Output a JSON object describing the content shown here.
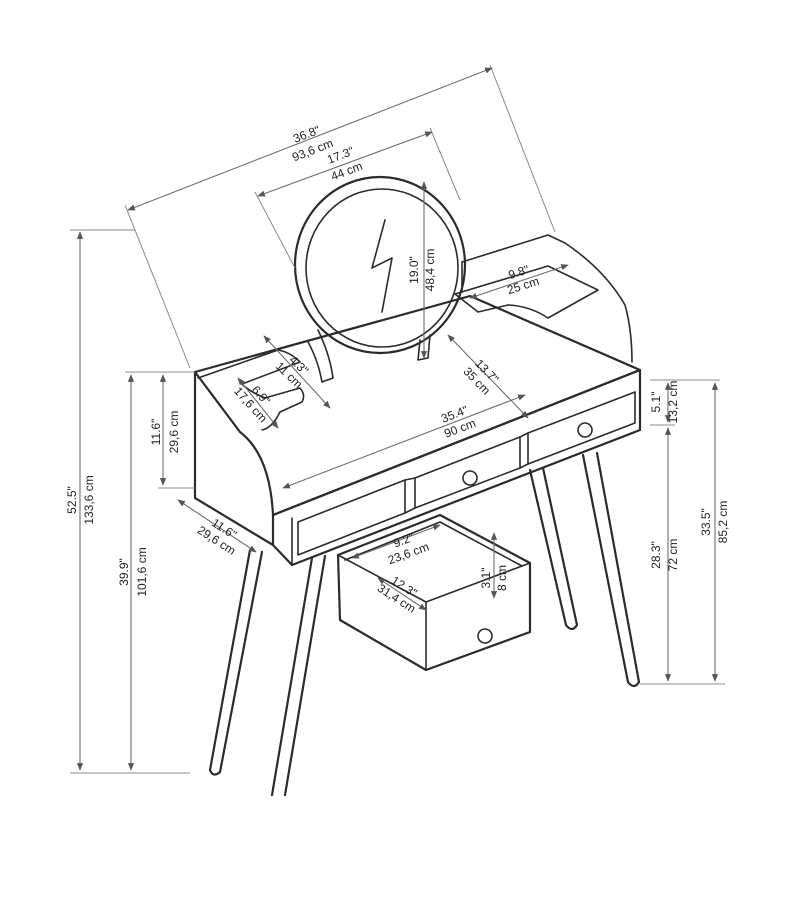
{
  "dimensions": {
    "total_width": {
      "in": "36.8\"",
      "cm": "93,6 cm"
    },
    "mirror_width": {
      "in": "17.3\"",
      "cm": "44 cm"
    },
    "mirror_height": {
      "in": "19.0\"",
      "cm": "48,4 cm"
    },
    "shelf_width": {
      "in": "9.8\"",
      "cm": "25 cm"
    },
    "desk_depth": {
      "in": "13.7\"",
      "cm": "35 cm"
    },
    "desk_width": {
      "in": "35.4\"",
      "cm": "90 cm"
    },
    "small_depth": {
      "in": "4.3\"",
      "cm": "11 cm"
    },
    "compart_depth": {
      "in": "6.9\"",
      "cm": "17,6 cm"
    },
    "back_height": {
      "in": "11.6\"",
      "cm": "29,6 cm"
    },
    "side_depth": {
      "in": "11.6\"",
      "cm": "29,6 cm"
    },
    "total_height": {
      "in": "52.5\"",
      "cm": "133,6 cm"
    },
    "desk_height": {
      "in": "39.9\"",
      "cm": "101,6 cm"
    },
    "apron_height": {
      "in": "5.1\"",
      "cm": "13,2 cm"
    },
    "leg_height": {
      "in": "28.3\"",
      "cm": "72 cm"
    },
    "top_height": {
      "in": "33.5\"",
      "cm": "85,2 cm"
    },
    "drawer_width": {
      "in": "9.2\"",
      "cm": "23,6 cm"
    },
    "drawer_depth": {
      "in": "12.3\"",
      "cm": "31,4 cm"
    },
    "drawer_height": {
      "in": "3.1\"",
      "cm": "8 cm"
    }
  }
}
